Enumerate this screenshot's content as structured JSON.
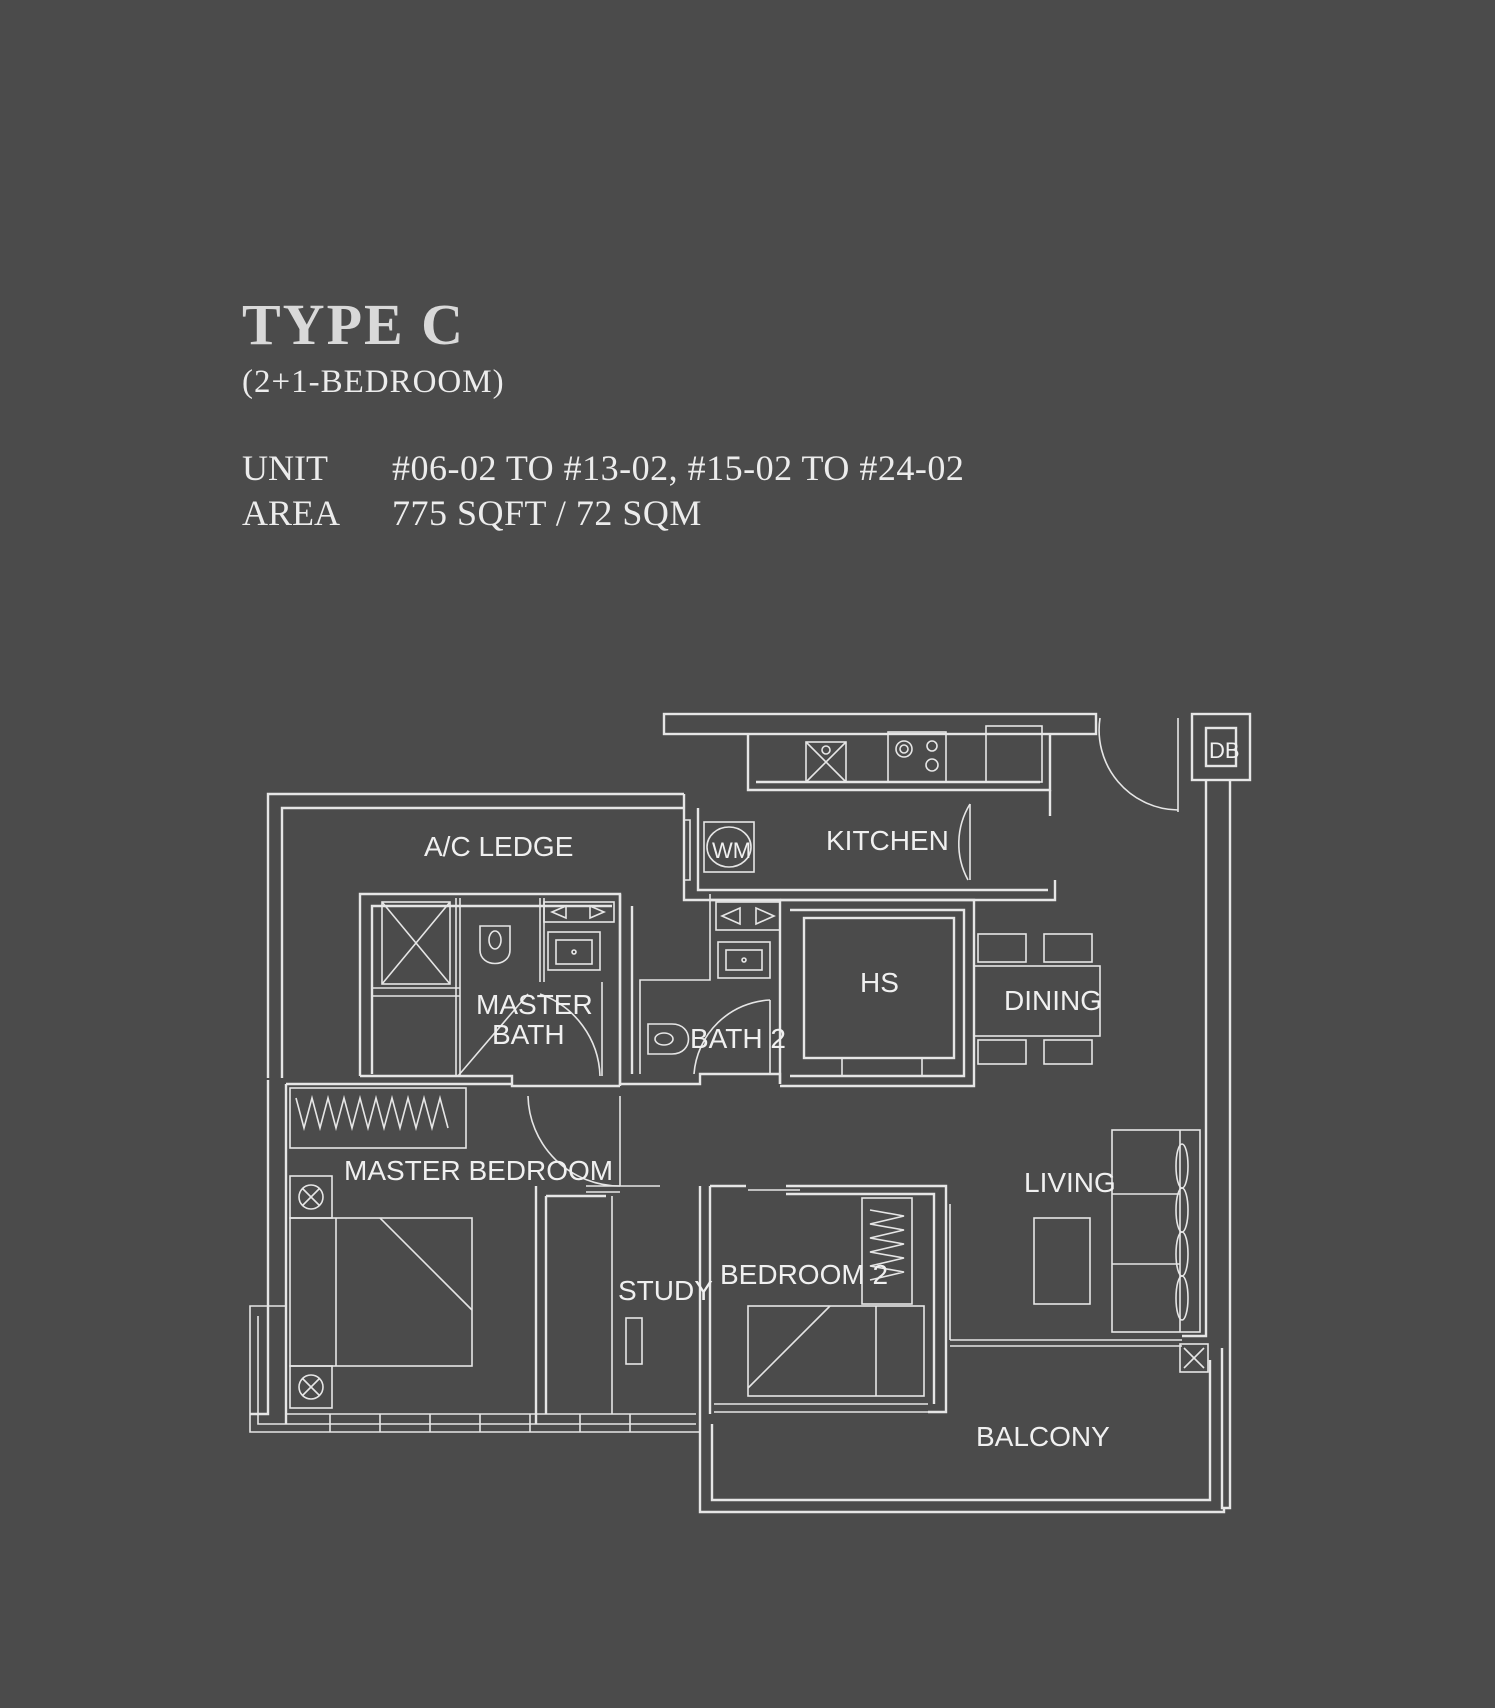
{
  "header": {
    "title": "TYPE C",
    "subtitle": "(2+1-BEDROOM)"
  },
  "info": {
    "unit_label": "UNIT",
    "unit_value": "#06-02 TO #13-02, #15-02 TO #24-02",
    "area_label": "AREA",
    "area_value": "775 SQFT / 72 SQM"
  },
  "rooms": {
    "ac_ledge": "A/C LEDGE",
    "kitchen": "KITCHEN",
    "wm": "WM",
    "db": "DB",
    "hs": "HS",
    "dining": "DINING",
    "master_bath_1": "MASTER",
    "master_bath_2": "BATH",
    "bath2": "BATH 2",
    "master_bedroom": "MASTER BEDROOM",
    "living": "LIVING",
    "study": "STUDY",
    "bedroom2": "BEDROOM 2",
    "balcony": "BALCONY"
  },
  "colors": {
    "background": "#4b4b4b",
    "lines": "#e6e6e6",
    "title": "#d9d9d9"
  }
}
